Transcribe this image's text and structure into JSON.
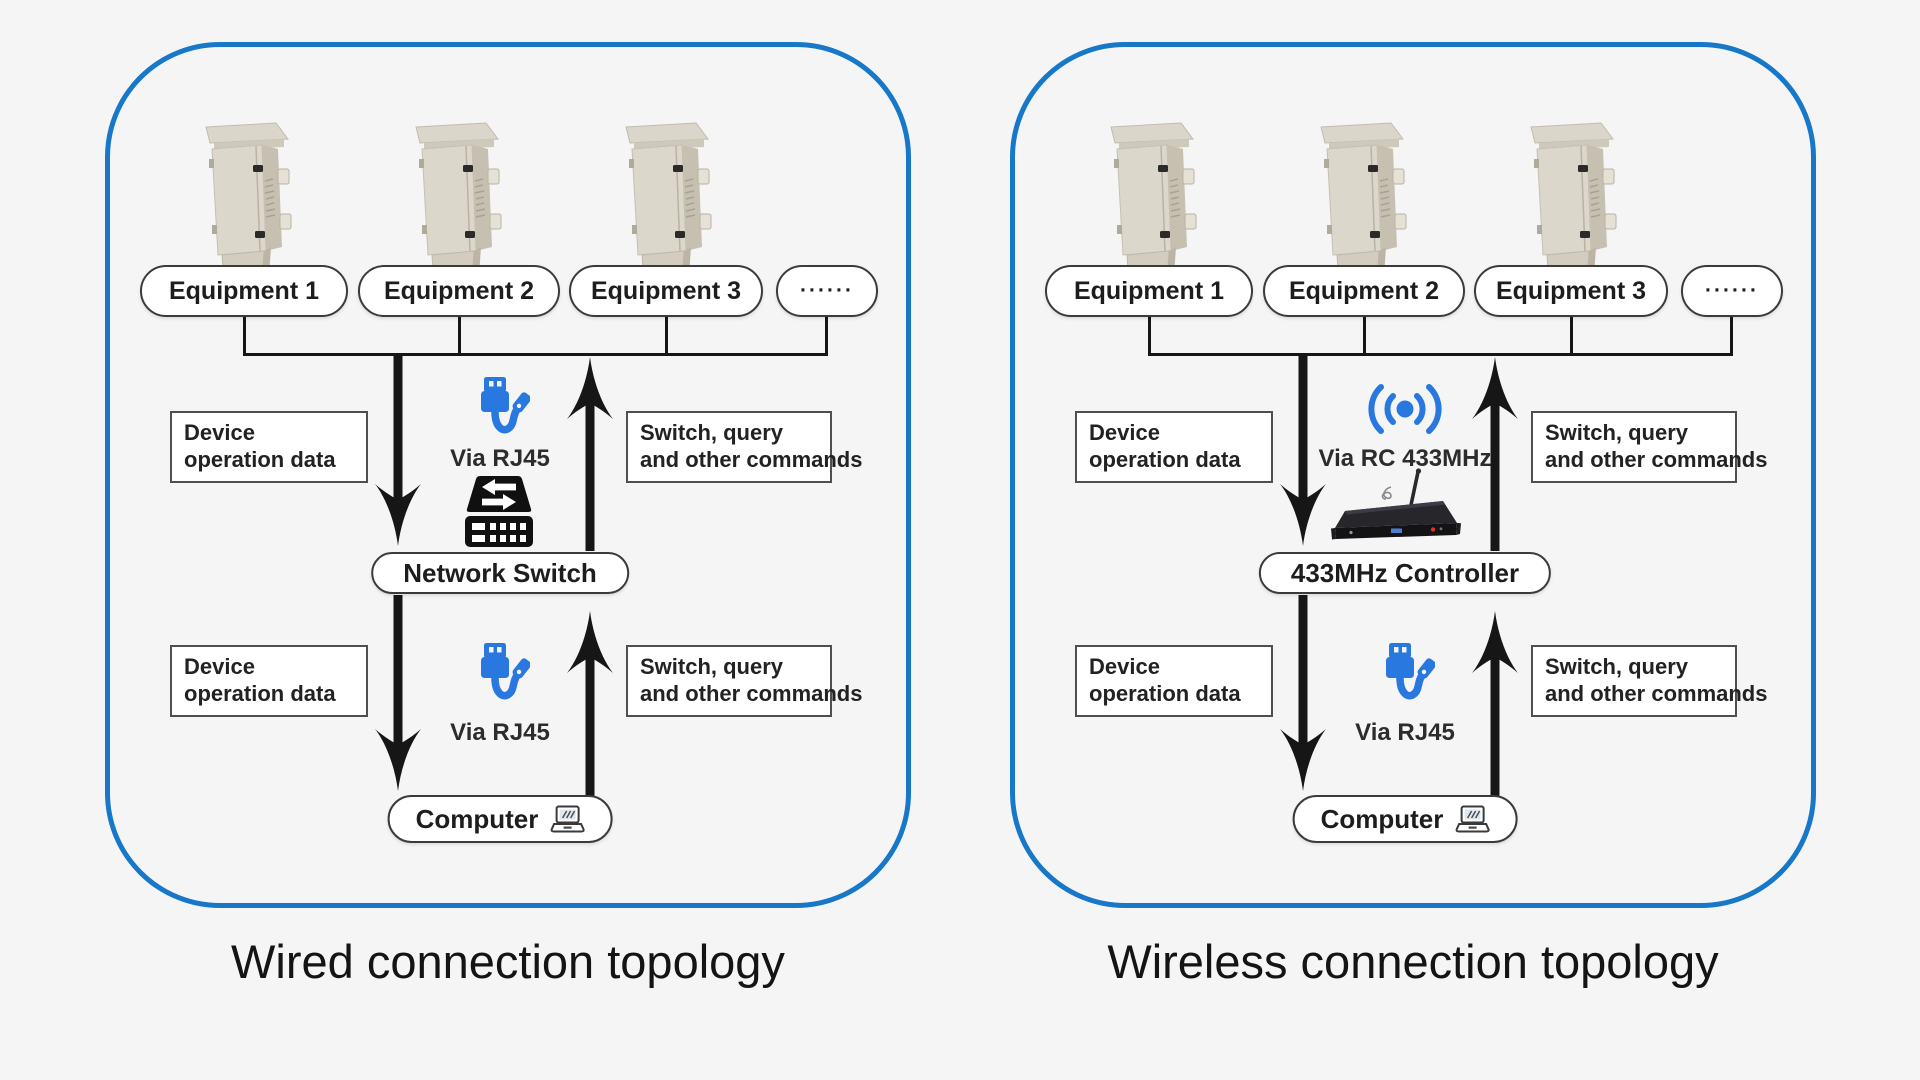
{
  "colors": {
    "background": "#f5f5f6",
    "panel_border_blue": "#1777c8",
    "icon_blue": "#2878e0",
    "line_black": "#161616"
  },
  "panels": [
    {
      "caption": "Wired connection topology",
      "equipment_labels": [
        "Equipment 1",
        "Equipment 2",
        "Equipment 3",
        "······"
      ],
      "upper_flow": {
        "device_box": [
          "Device",
          "operation data"
        ],
        "command_box": [
          "Switch, query",
          "and other commands"
        ],
        "via_label": "Via RJ45",
        "via_icon": "usb-cable-icon"
      },
      "hub_label": "Network Switch",
      "hub_icon": "network-switch-icon",
      "lower_flow": {
        "device_box": [
          "Device",
          "operation data"
        ],
        "command_box": [
          "Switch, query",
          "and other commands"
        ],
        "via_label": "Via RJ45",
        "via_icon": "usb-cable-icon"
      },
      "computer_label": "Computer"
    },
    {
      "caption": "Wireless connection topology",
      "equipment_labels": [
        "Equipment 1",
        "Equipment 2",
        "Equipment 3",
        "······"
      ],
      "upper_flow": {
        "device_box": [
          "Device",
          "operation data"
        ],
        "command_box": [
          "Switch, query",
          "and other commands"
        ],
        "via_label": "Via RC 433MHz",
        "via_icon": "rf-signal-icon"
      },
      "hub_label": "433MHz Controller",
      "hub_icon": "433mhz-controller-image",
      "lower_flow": {
        "device_box": [
          "Device",
          "operation data"
        ],
        "command_box": [
          "Switch, query",
          "and other commands"
        ],
        "via_label": "Via RJ45",
        "via_icon": "usb-cable-icon"
      },
      "computer_label": "Computer"
    }
  ]
}
